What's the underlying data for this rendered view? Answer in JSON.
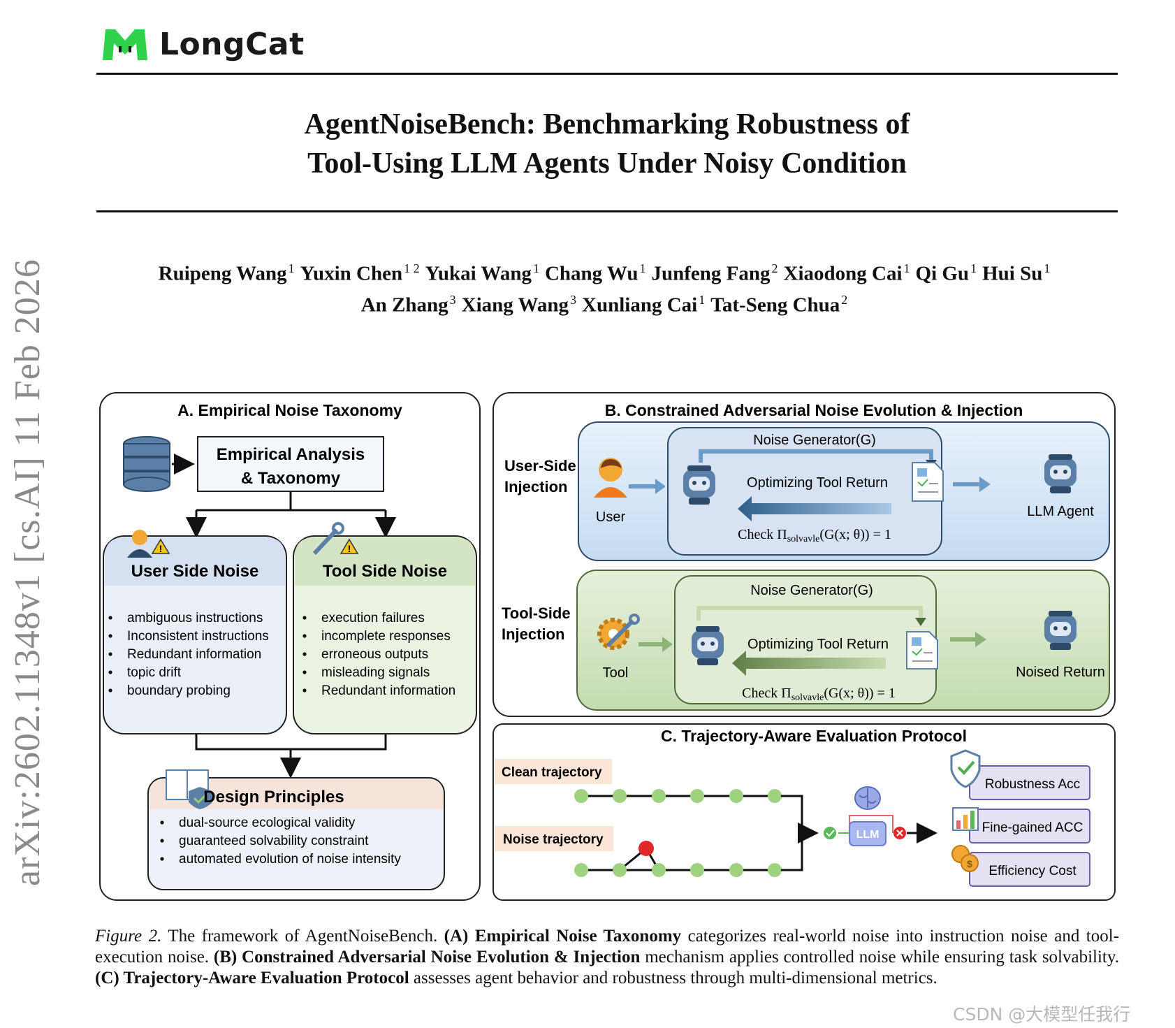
{
  "logo": {
    "text": "LongCat",
    "color": "#2fd24a"
  },
  "title": {
    "line1": "AgentNoiseBench: Benchmarking Robustness of",
    "line2": "Tool-Using LLM Agents Under Noisy Condition"
  },
  "authors": {
    "row1": [
      {
        "name": "Ruipeng Wang",
        "aff": "1"
      },
      {
        "name": "Yuxin Chen",
        "aff": "1 2"
      },
      {
        "name": "Yukai Wang",
        "aff": "1"
      },
      {
        "name": "Chang Wu",
        "aff": "1"
      },
      {
        "name": "Junfeng Fang",
        "aff": "2"
      },
      {
        "name": "Xiaodong Cai",
        "aff": "1"
      },
      {
        "name": "Qi Gu",
        "aff": "1"
      },
      {
        "name": "Hui Su",
        "aff": "1"
      }
    ],
    "row2": [
      {
        "name": "An Zhang",
        "aff": "3"
      },
      {
        "name": "Xiang Wang",
        "aff": "3"
      },
      {
        "name": "Xunliang Cai",
        "aff": "1"
      },
      {
        "name": "Tat-Seng Chua",
        "aff": "2"
      }
    ]
  },
  "arxiv_stamp": "arXiv:2602.11348v1  [cs.AI]  11 Feb 2026",
  "figure": {
    "panel_a": {
      "title": "A. Empirical Noise Taxonomy",
      "analysis_line1": "Empirical Analysis",
      "analysis_line2": "& Taxonomy",
      "user_noise": {
        "title": "User Side Noise",
        "items": [
          "ambiguous instructions",
          "Inconsistent instructions",
          "Redundant information",
          "topic drift",
          "boundary probing"
        ]
      },
      "tool_noise": {
        "title": "Tool Side Noise",
        "items": [
          "execution failures",
          "incomplete responses",
          "erroneous outputs",
          "misleading signals",
          "Redundant information"
        ]
      },
      "principles": {
        "title": "Design Principles",
        "items": [
          "dual-source ecological validity",
          "guaranteed solvability constraint",
          "automated evolution of noise intensity"
        ]
      }
    },
    "panel_b": {
      "title": "B. Constrained Adversarial Noise Evolution & Injection",
      "user_row": {
        "label_line1": "User-Side",
        "label_line2": "Injection",
        "actor": "User",
        "generator": "Noise Generator(G)",
        "optimize": "Optimizing Tool Return",
        "check": "Check Π",
        "check_sub": "solvavle",
        "check_rest": "(G(x; θ)) = 1",
        "target": "LLM Agent"
      },
      "tool_row": {
        "label_line1": "Tool-Side",
        "label_line2": "Injection",
        "actor": "Tool",
        "generator": "Noise Generator(G)",
        "optimize": "Optimizing Tool Return",
        "check": "Check Π",
        "check_sub": "solvavle",
        "check_rest": "(G(x; θ)) = 1",
        "target": "Noised Return"
      }
    },
    "panel_c": {
      "title": "C. Trajectory-Aware Evaluation Protocol",
      "clean": "Clean trajectory",
      "noise": "Noise trajectory",
      "llm": "LLM",
      "metrics": [
        "Robustness Acc",
        "Fine-gained ACC",
        "Efficiency Cost"
      ]
    }
  },
  "caption": {
    "fig": "Figure 2.",
    "t1": " The framework of AgentNoiseBench. ",
    "b1": "(A) Empirical Noise Taxonomy",
    "t2": " categorizes real-world noise into instruction noise and tool-execution noise. ",
    "b2": "(B) Constrained Adversarial Noise Evolution & Injection",
    "t3": " mechanism applies controlled noise while ensuring task solvability. ",
    "b3": "(C) Trajectory-Aware Evaluation Protocol",
    "t4": " assesses agent behavior and robustness through multi-dimensional metrics."
  },
  "watermark": "CSDN @大模型任我行"
}
